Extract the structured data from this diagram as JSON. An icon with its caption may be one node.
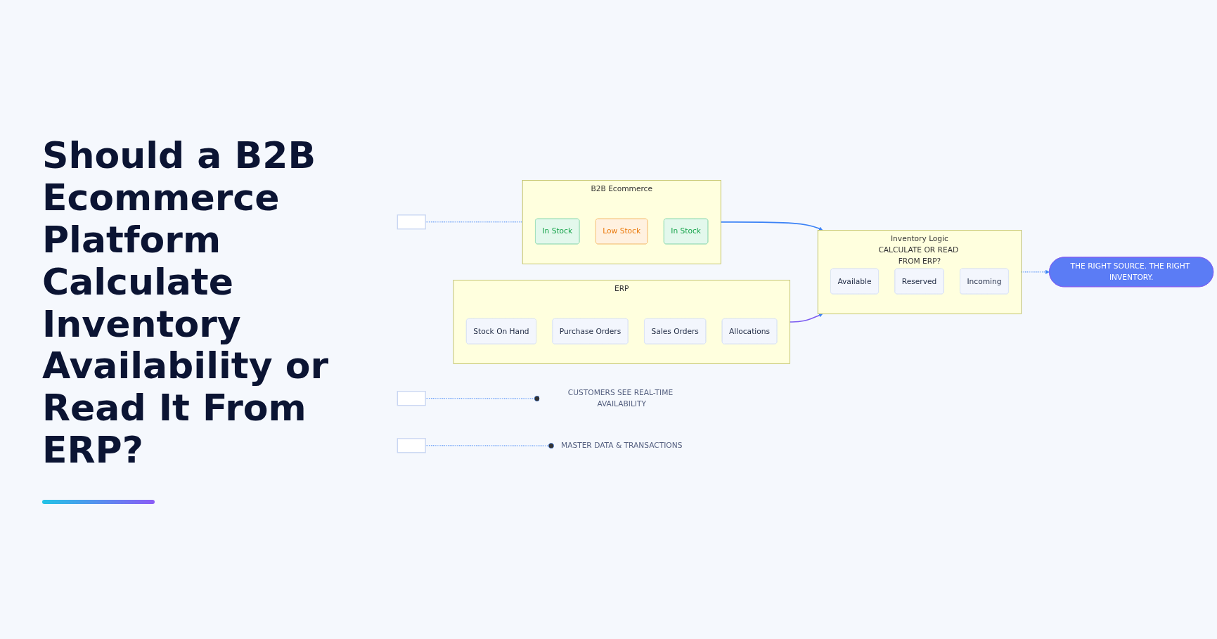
{
  "diagram": {
    "title": "Should a B2B Ecommerce Platform Calculate Inventory Availability or Read It From ERP?",
    "nodes": [
      {
        "text": [
          "B2B Ecommerce"
        ]
      },
      {
        "text": [
          "In Stock"
        ],
        "in": 0
      },
      {
        "text": [
          "Low Stock"
        ],
        "in": 0
      },
      {
        "text": [
          "In Stock"
        ],
        "in": 0
      },
      {
        "text": [
          "Inventory Logic",
          "CALCULATE OR READ FROM ERP?"
        ]
      },
      {
        "text": [
          "Available"
        ],
        "in": 4
      },
      {
        "text": [
          "Reserved"
        ],
        "in": 4
      },
      {
        "text": [
          "Incoming"
        ],
        "in": 4
      },
      {
        "text": [
          "ERP"
        ]
      },
      {
        "text": [
          "Stock On Hand"
        ],
        "in": 8
      },
      {
        "text": [
          "Purchase Orders"
        ],
        "in": 8
      },
      {
        "text": [
          "Sales Orders"
        ],
        "in": 8
      },
      {
        "text": [
          "Allocations"
        ],
        "in": 8
      },
      {
        "text": [
          "THE RIGHT SOURCE. THE RIGHT INVENTORY."
        ]
      },
      {
        "text": [],
        "shape": "box"
      },
      {
        "text": [
          "CUSTOMERS SEE REAL-TIME AVAILABILITY"
        ]
      },
      {
        "text": [],
        "shape": "box"
      },
      {
        "text": [
          "MASTER DATA & TRANSACTIONS"
        ]
      },
      {
        "text": [],
        "shape": "box"
      }
    ],
    "edges": [
      {
        "from": 0,
        "to": 4,
        "arrow": "to"
      },
      {
        "from": 8,
        "to": 4,
        "arrow": "to",
        "color": "#7c5cf0"
      },
      {
        "from": 4,
        "to": 13,
        "arrow": "to",
        "style": "dashed"
      },
      {
        "from": 14,
        "to": 0,
        "arrow": "none",
        "style": "dashed"
      },
      {
        "from": 16,
        "to": 15,
        "arrow": "other",
        "style": "dashed"
      },
      {
        "from": 18,
        "to": 17,
        "arrow": "other",
        "style": "dashed"
      }
    ]
  }
}
